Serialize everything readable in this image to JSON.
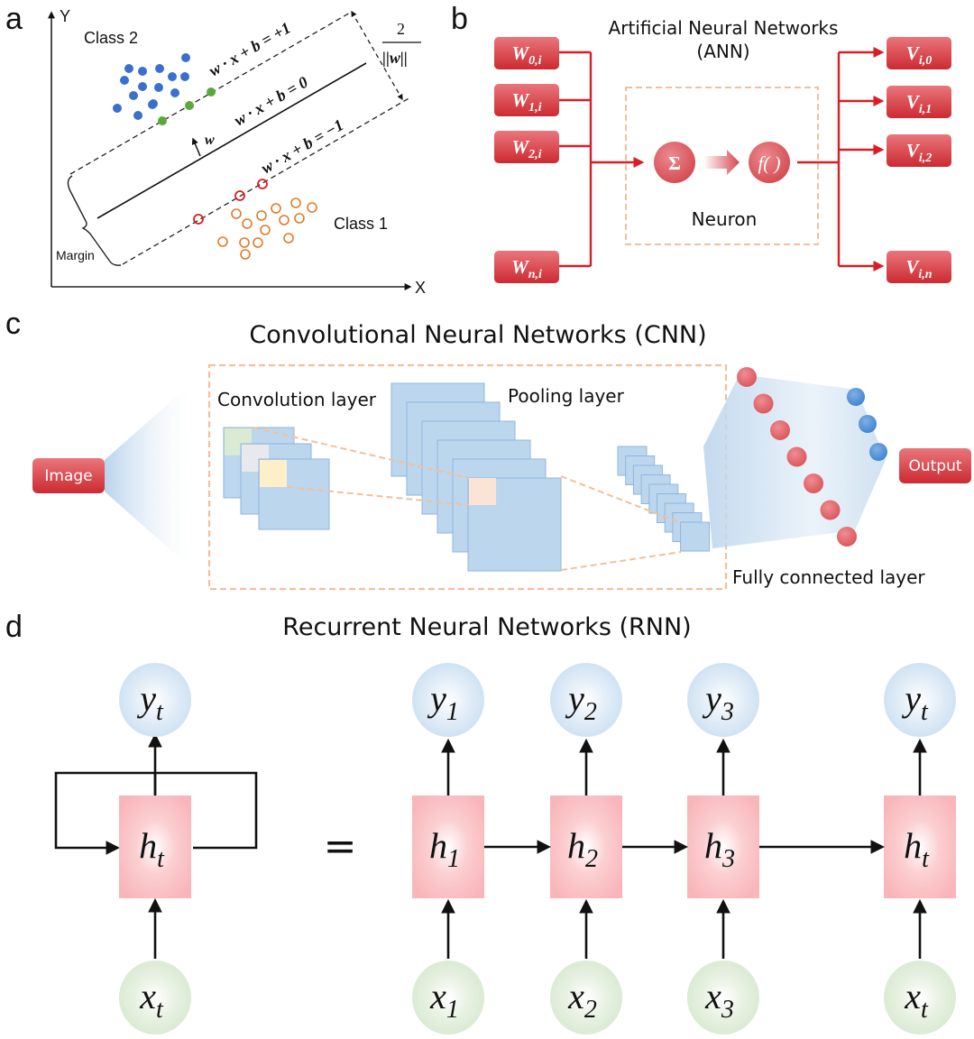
{
  "panels": {
    "a": {
      "letter": "a",
      "axis_y": "Y",
      "axis_x": "X",
      "class2_label": "Class 2",
      "class1_label": "Class 1",
      "margin_label": "Margin",
      "eq_plus": "w · x + b = +1",
      "eq_zero": "w · x + b = 0",
      "eq_minus": "w · x + b = −1",
      "w_vector": "w",
      "margin_num": "2",
      "margin_den": "||w||",
      "colors": {
        "class2": "#3b6fcf",
        "support2": "#5aa83c",
        "class1": "#e07b2a",
        "support1": "#d81e1e"
      }
    },
    "b": {
      "letter": "b",
      "title_line1": "Artificial Neural Networks",
      "title_line2": "(ANN)",
      "inputs": [
        {
          "main": "W",
          "sub": "0,i"
        },
        {
          "main": "W",
          "sub": "1,i"
        },
        {
          "main": "W",
          "sub": "2,i"
        },
        {
          "main": "W",
          "sub": "n,i"
        }
      ],
      "outputs": [
        {
          "main": "V",
          "sub": "i,0"
        },
        {
          "main": "V",
          "sub": "i,1"
        },
        {
          "main": "V",
          "sub": "i,2"
        },
        {
          "main": "V",
          "sub": "i,n"
        }
      ],
      "sum_symbol": "Σ",
      "activation": "f( )",
      "neuron_label": "Neuron",
      "colors": {
        "accent": "#d81e24",
        "box": "#d9434a",
        "dash": "#f2c09a"
      }
    },
    "c": {
      "letter": "c",
      "title": "Convolutional Neural Networks (CNN)",
      "input_button": "Image",
      "output_button": "Output",
      "conv_label": "Convolution layer",
      "pool_label": "Pooling layer",
      "fc_label": "Fully connected layer",
      "colors": {
        "map": "#bcd6ee",
        "map_border": "#8fb6dd",
        "fc_node": "#e0636b",
        "out_node": "#4f8fd6"
      }
    },
    "d": {
      "letter": "d",
      "title": "Recurrent Neural Networks (RNN)",
      "equals": "=",
      "folded": {
        "y": {
          "main": "y",
          "sub": "t"
        },
        "h": {
          "main": "h",
          "sub": "t"
        },
        "x": {
          "main": "x",
          "sub": "t"
        }
      },
      "unrolled": [
        {
          "y": {
            "main": "y",
            "sub": "1"
          },
          "h": {
            "main": "h",
            "sub": "1"
          },
          "x": {
            "main": "x",
            "sub": "1"
          }
        },
        {
          "y": {
            "main": "y",
            "sub": "2"
          },
          "h": {
            "main": "h",
            "sub": "2"
          },
          "x": {
            "main": "x",
            "sub": "2"
          }
        },
        {
          "y": {
            "main": "y",
            "sub": "3"
          },
          "h": {
            "main": "h",
            "sub": "3"
          },
          "x": {
            "main": "x",
            "sub": "3"
          }
        },
        {
          "y": {
            "main": "y",
            "sub": "t"
          },
          "h": {
            "main": "h",
            "sub": "t"
          },
          "x": {
            "main": "x",
            "sub": "t"
          }
        }
      ],
      "colors": {
        "hidden": "#f9b8bc",
        "output": "#cfe3f3",
        "input": "#dcebd6"
      }
    }
  }
}
